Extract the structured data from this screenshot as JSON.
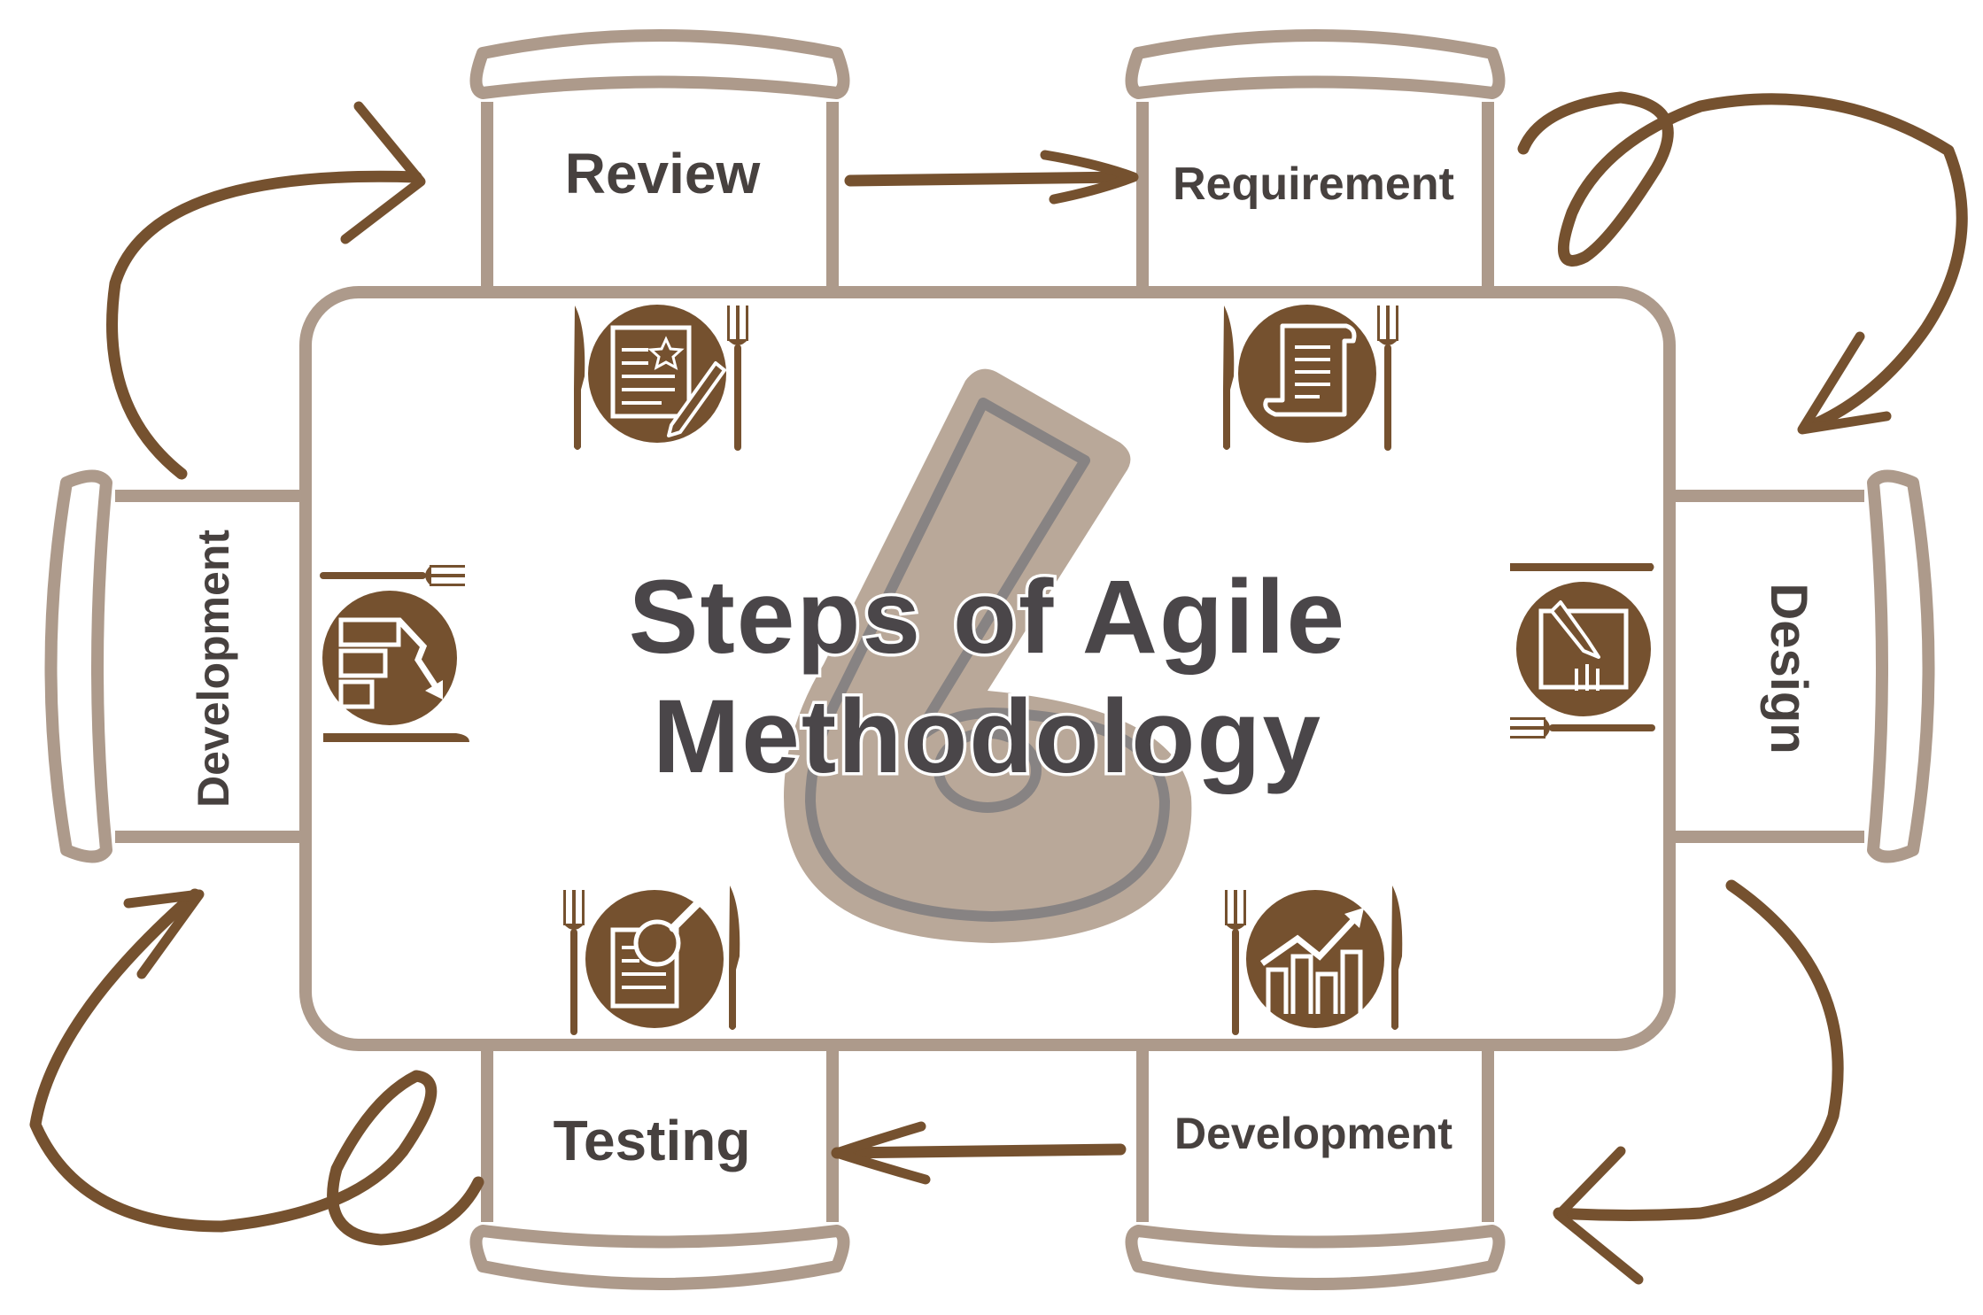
{
  "title": {
    "line1": "Steps of Agile",
    "line2": "Methodology"
  },
  "steps": {
    "review": "Review",
    "requirement": "Requirement",
    "design": "Design",
    "development_bottom": "Development",
    "testing": "Testing",
    "development_left": "Development"
  },
  "big_number": "6",
  "colors": {
    "frame": "#ad9a8b",
    "accent_brown": "#75512f",
    "text_dark": "#47413f",
    "six_fill": "#b9a899",
    "six_outline": "#878383"
  },
  "icons": {
    "review": "document-star-pencil-icon",
    "requirement": "scroll-document-icon",
    "design": "sketch-board-pencil-icon",
    "development_bottom": "bar-chart-trend-icon",
    "testing": "report-magnifier-icon",
    "development_left": "bars-down-arrow-icon",
    "utensils": "fork-knife-icon"
  }
}
